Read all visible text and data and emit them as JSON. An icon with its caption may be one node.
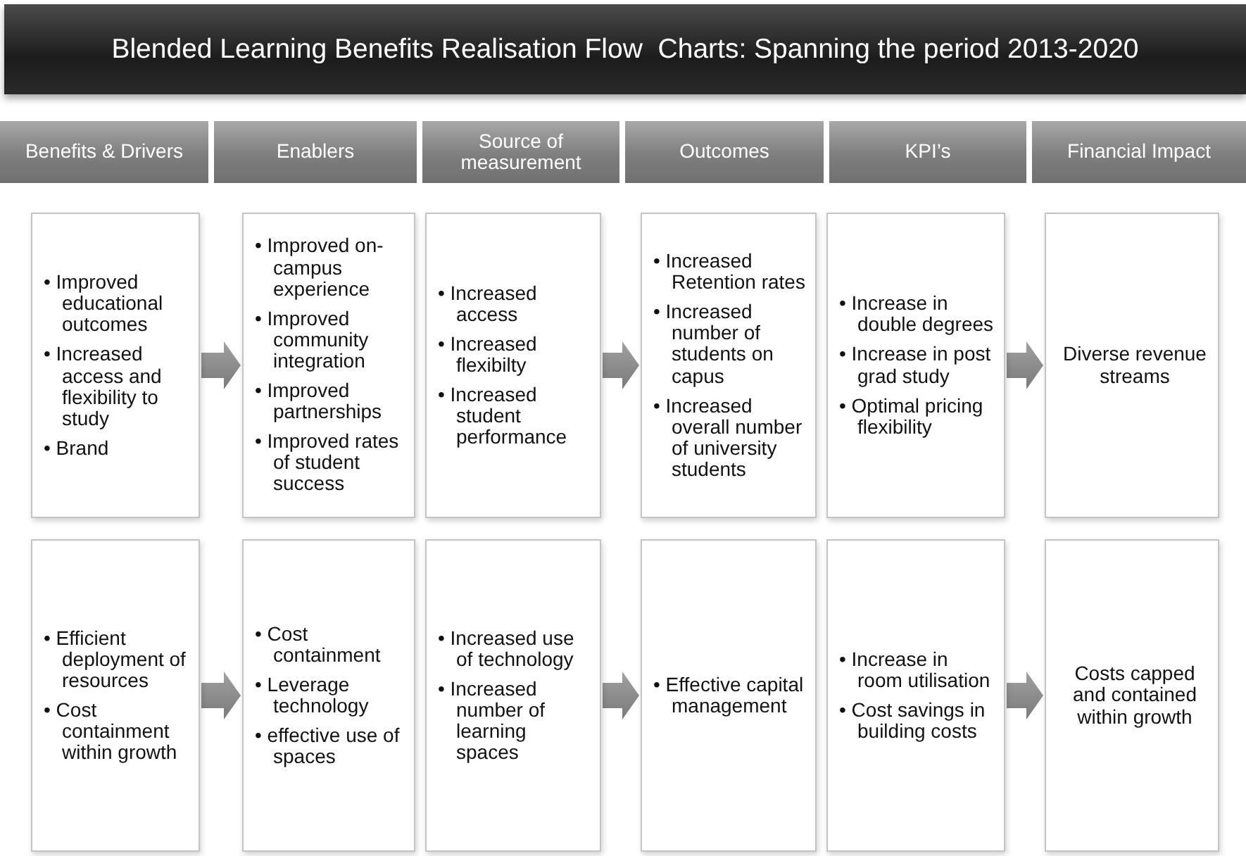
{
  "diagram": {
    "title": "Blended Learning Benefits Realisation Flow  Charts: Spanning the period 2013-2020",
    "nodes": [
      {
        "text": [
          "Benefits & Drivers"
        ]
      },
      {
        "text": [
          "Enablers"
        ]
      },
      {
        "text": [
          "Source of measurement"
        ]
      },
      {
        "text": [
          "Outcomes"
        ]
      },
      {
        "text": [
          "KPI’s"
        ]
      },
      {
        "text": [
          "Financial Impact"
        ]
      },
      {
        "text": [
          "• Improved educational outcomes",
          "• Increased access and flexibility to study",
          "• Brand"
        ]
      },
      {
        "text": [
          "• Improved on-campus experience",
          "• Improved community integration",
          "• Improved partnerships",
          "• Improved rates of student success"
        ]
      },
      {
        "text": [
          "• Increased access",
          "• Increased flexibilty",
          "• Increased student performance"
        ]
      },
      {
        "text": [
          "• Increased Retention rates",
          "• Increased number of students on capus",
          "• Increased overall number of university students"
        ]
      },
      {
        "text": [
          "• Increase in double degrees",
          "• Increase in post grad study",
          "• Optimal pricing flexibility"
        ]
      },
      {
        "text": [
          "Diverse revenue streams"
        ]
      },
      {
        "text": [
          "• Efficient deployment of resources",
          "• Cost containment within growth"
        ]
      },
      {
        "text": [
          "• Cost containment",
          "• Leverage technology",
          "• effective use of spaces"
        ]
      },
      {
        "text": [
          "• Increased use of technology",
          "• Increased number of learning spaces"
        ]
      },
      {
        "text": [
          "• Effective capital management"
        ]
      },
      {
        "text": [
          "• Increase in room utilisation",
          "• Cost savings in building costs"
        ]
      },
      {
        "text": [
          "Costs capped and contained within growth"
        ]
      }
    ],
    "edges": [
      {
        "from": 6,
        "to": 7,
        "arrow": "to",
        "style": "thick"
      },
      {
        "from": 8,
        "to": 9,
        "arrow": "to",
        "style": "thick"
      },
      {
        "from": 10,
        "to": 11,
        "arrow": "to",
        "style": "thick"
      },
      {
        "from": 12,
        "to": 13,
        "arrow": "to",
        "style": "thick"
      },
      {
        "from": 14,
        "to": 15,
        "arrow": "to",
        "style": "thick"
      },
      {
        "from": 16,
        "to": 17,
        "arrow": "to",
        "style": "thick"
      }
    ]
  }
}
